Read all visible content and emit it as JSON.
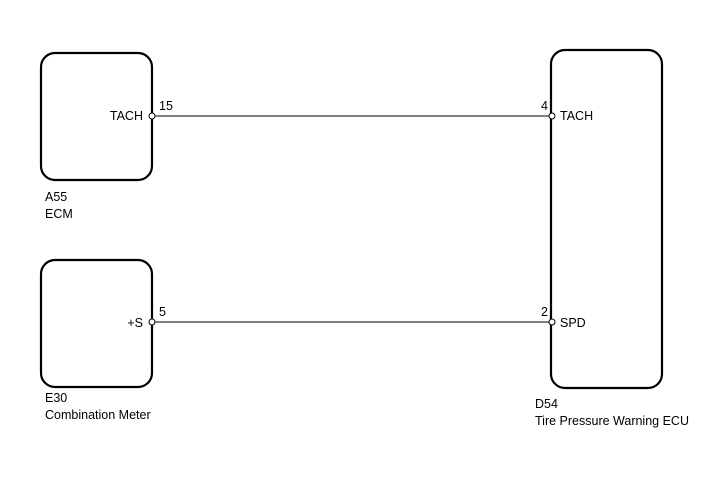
{
  "components": {
    "ecm": {
      "code": "A55",
      "name": "ECM",
      "pin_name": "TACH",
      "pin_no": "15"
    },
    "meter": {
      "code": "E30",
      "name": "Combination Meter",
      "pin_name": "+S",
      "pin_no": "5"
    },
    "tpms": {
      "code": "D54",
      "name": "Tire Pressure Warning ECU",
      "pins": [
        {
          "pin_name": "TACH",
          "pin_no": "4"
        },
        {
          "pin_name": "SPD",
          "pin_no": "2"
        }
      ]
    }
  },
  "colors": {
    "line": "#000000",
    "background": "#ffffff"
  }
}
